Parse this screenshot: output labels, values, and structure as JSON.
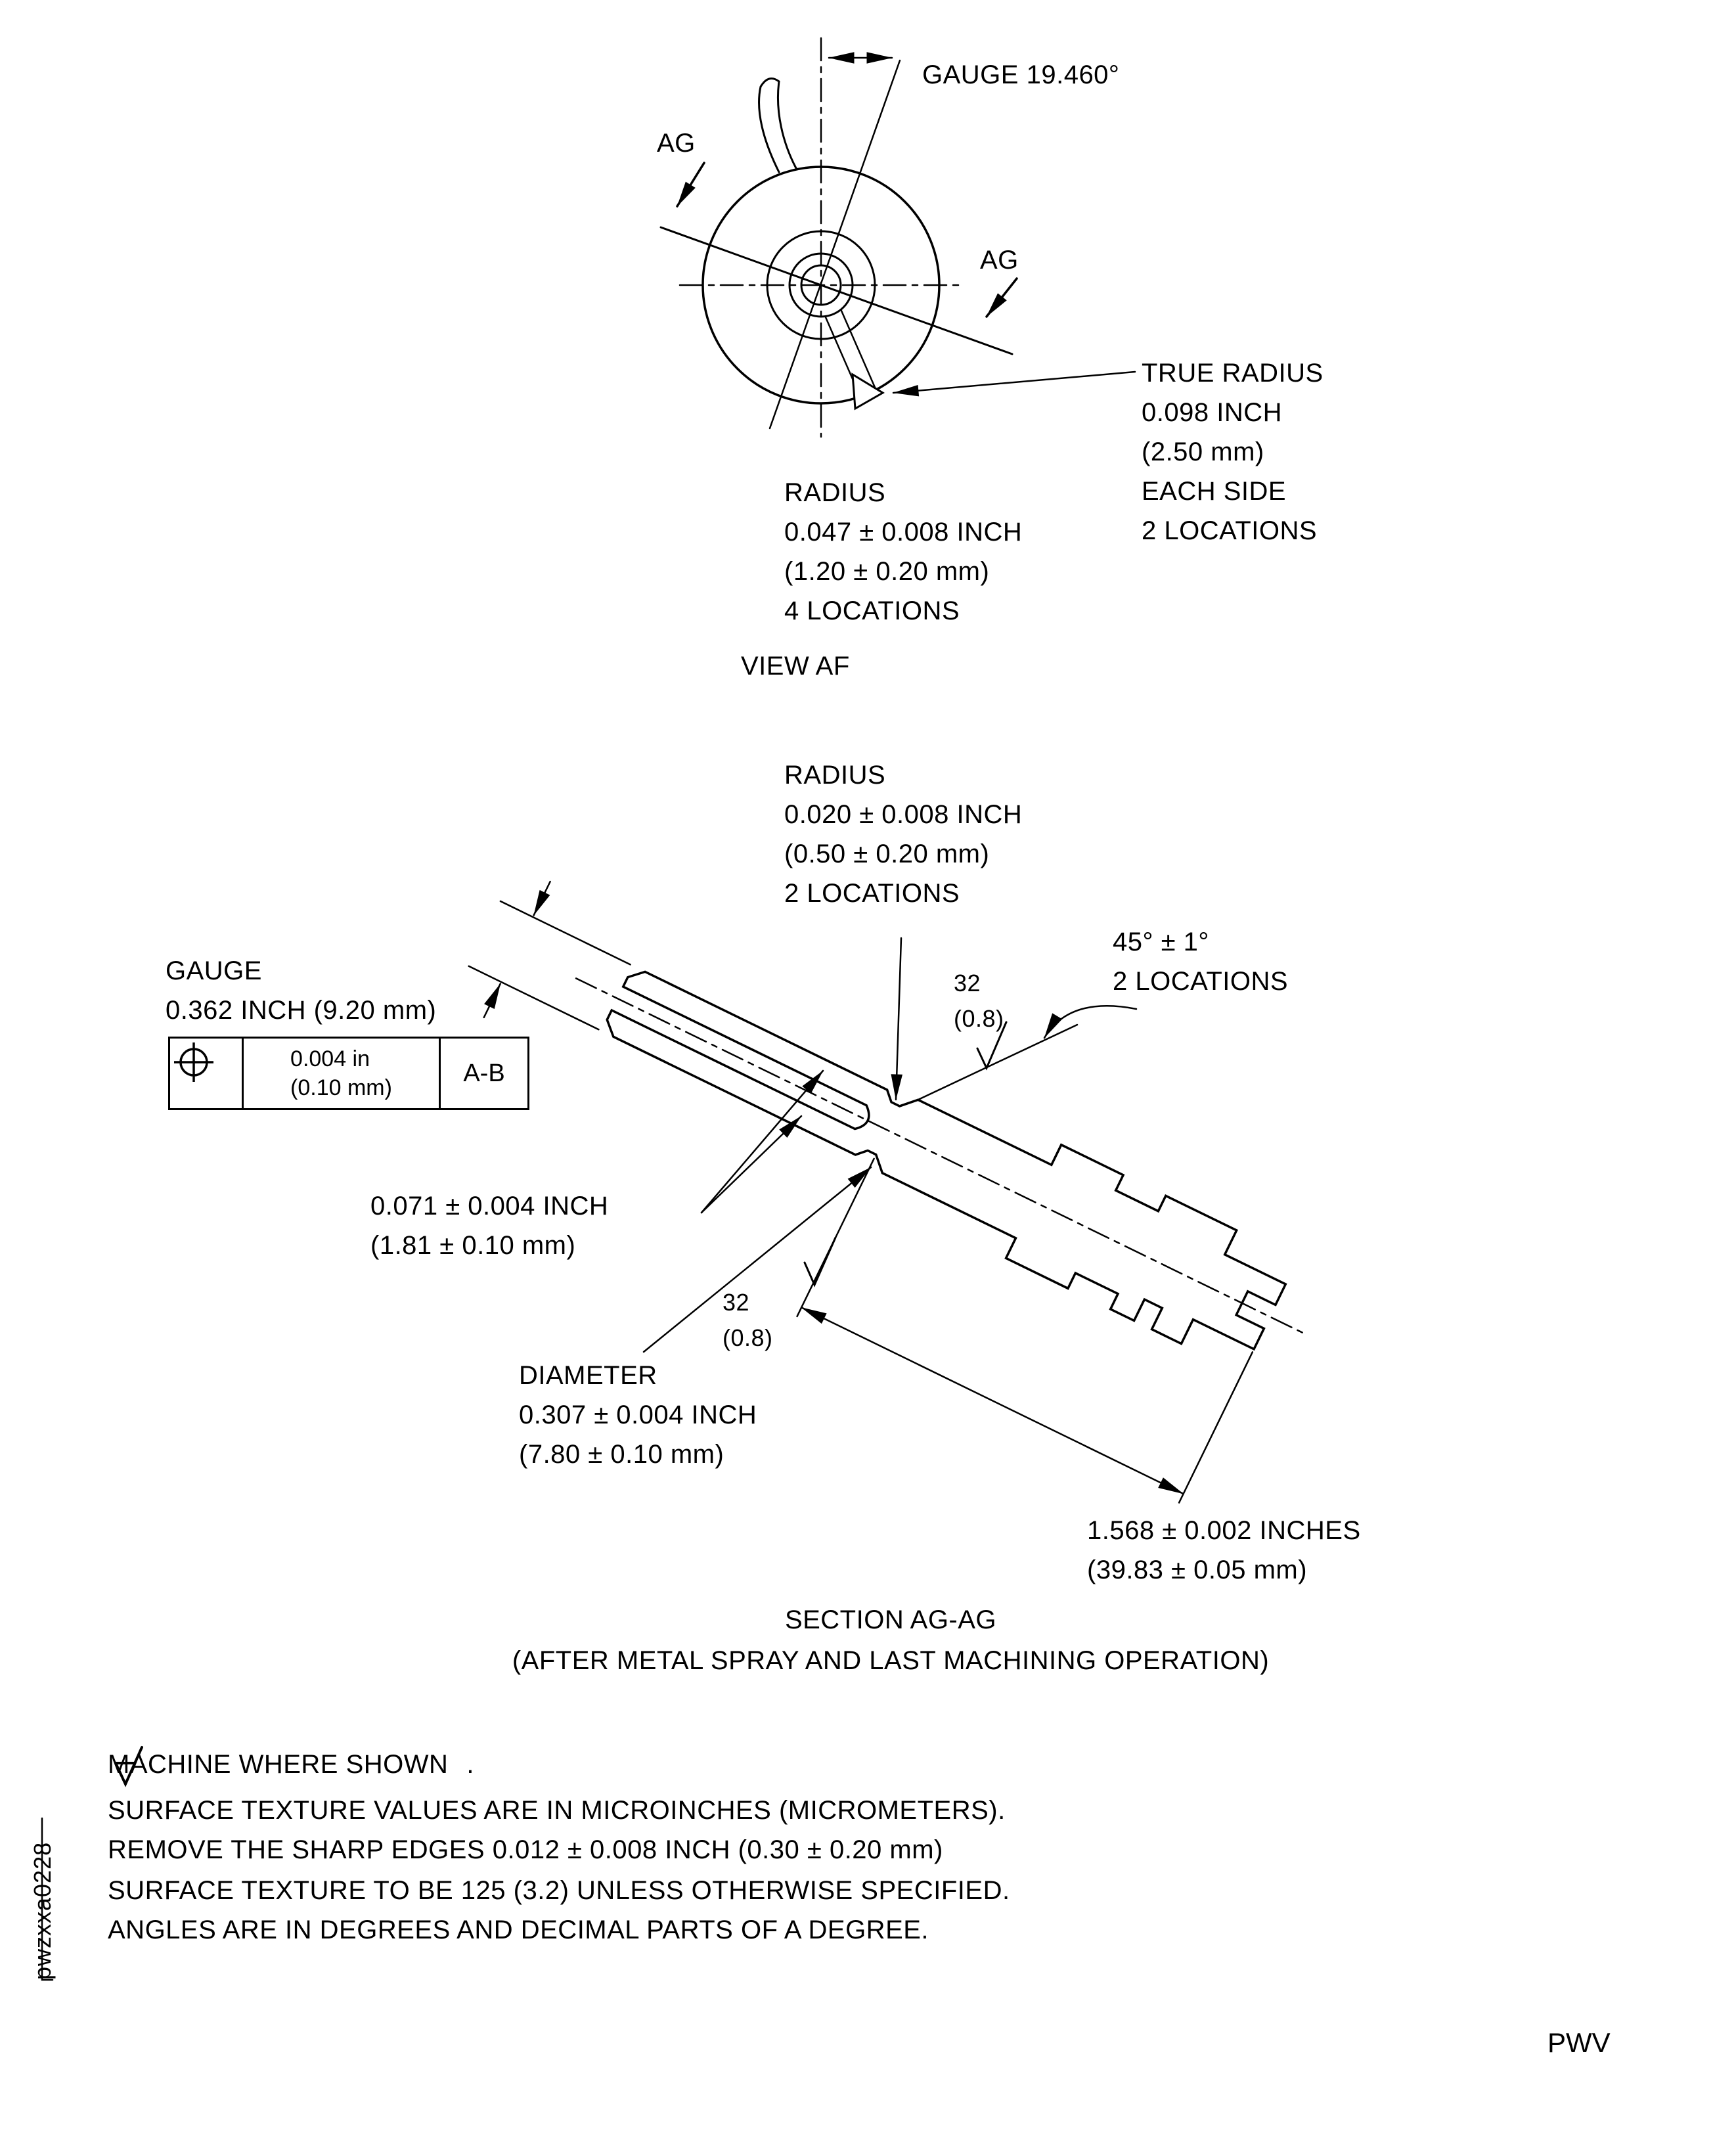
{
  "page": {
    "background": "#ffffff",
    "ink": "#000000"
  },
  "view_af": {
    "gauge_angle_label": "GAUGE 19.460°",
    "ag_label_left": "AG",
    "ag_label_right": "AG",
    "true_radius_note": "TRUE RADIUS\n0.098 INCH\n(2.50 mm)\nEACH SIDE\n2 LOCATIONS",
    "radius_note": "RADIUS\n0.047 ± 0.008 INCH\n(1.20 ± 0.20 mm)\n4 LOCATIONS",
    "caption": "VIEW AF"
  },
  "section_ag": {
    "radius_note": "RADIUS\n0.020 ± 0.008 INCH\n(0.50 ± 0.20 mm)\n2 LOCATIONS",
    "gauge_note": "GAUGE\n0.362 INCH (9.20 mm)",
    "fcf": {
      "symbol_name": "position-tolerance",
      "tolerance": "0.004 in\n(0.10 mm)",
      "datum": "A-B"
    },
    "wall_note": "0.071 ± 0.004 INCH\n(1.81 ± 0.10 mm)",
    "finish_upper": "32\n(0.8)",
    "finish_lower": "32\n(0.8)",
    "chamfer_note": "45° ± 1°\n2 LOCATIONS",
    "diameter_note": "DIAMETER\n0.307 ± 0.004 INCH\n(7.80 ± 0.10 mm)",
    "length_note": "1.568 ± 0.002 INCHES\n(39.83 ± 0.05 mm)",
    "caption": "SECTION AG-AG",
    "subcaption": "(AFTER METAL SPRAY AND LAST MACHINING OPERATION)"
  },
  "notes": {
    "line1_prefix": "MACHINE WHERE SHOWN",
    "line1_suffix": ".",
    "line2": "SURFACE TEXTURE VALUES ARE IN MICROINCHES (MICROMETERS).",
    "line3": "REMOVE THE SHARP EDGES 0.012 ± 0.008 INCH (0.30 ± 0.20 mm)",
    "line4": "SURFACE TEXTURE TO BE 125 (3.2) UNLESS OTHERWISE SPECIFIED.",
    "line5": "ANGLES ARE IN DEGREES AND DECIMAL PARTS OF A DEGREE."
  },
  "footer": {
    "figure_id": "pwzxxa0228",
    "page_code": "PWV"
  }
}
